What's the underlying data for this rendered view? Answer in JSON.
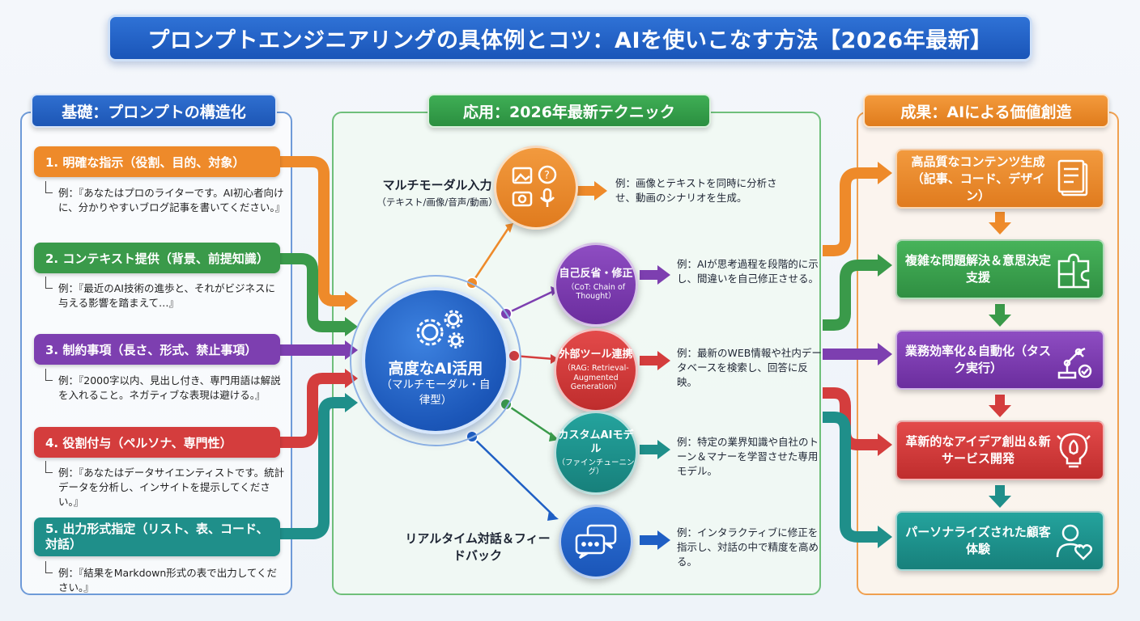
{
  "title": "プロンプトエンジニアリングの具体例とコツ：AIを使いこなす方法【2026年最新】",
  "sections": {
    "left_header": "基礎：プロンプトの構造化",
    "mid_header": "応用：2026年最新テクニック",
    "right_header": "成果：AIによる価値創造"
  },
  "steps": [
    {
      "label": "1. 明確な指示（役割、目的、対象）",
      "example": "例：『あなたはプロのライターです。AI初心者向けに、分かりやすいブログ記事を書いてください。』",
      "color": "#ee8a2a"
    },
    {
      "label": "2. コンテキスト提供（背景、前提知識）",
      "example": "例：『最近のAI技術の進歩と、それがビジネスに与える影響を踏まえて…』",
      "color": "#3a9a4a"
    },
    {
      "label": "3. 制約事項（長さ、形式、禁止事項）",
      "example": "例：『2000字以内、見出し付き、専門用語は解説を入れること。ネガティブな表現は避ける。』",
      "color": "#7d3fb0"
    },
    {
      "label": "4. 役割付与（ペルソナ、専門性）",
      "example": "例：『あなたはデータサイエンティストです。統計データを分析し、インサイトを提示してください。』",
      "color": "#d43d3d"
    },
    {
      "label": "5. 出力形式指定（リスト、表、コード、対話）",
      "example": "例：『結果をMarkdown形式の表で出力してください。』",
      "color": "#1f8f8a"
    }
  ],
  "core": {
    "title": "高度なAI活用",
    "subtitle": "（マルチモーダル・自律型）"
  },
  "techniques": [
    {
      "name": "マルチモーダル入力",
      "subname": "（テキスト/画像/音声/動画）",
      "desc": "例：画像とテキストを同時に分析させ、動画のシナリオを生成。",
      "color": "#ee8a2a"
    },
    {
      "name": "自己反省・修正",
      "subname": "（CoT: Chain of Thought）",
      "desc": "例：AIが思考過程を段階的に示し、間違いを自己修正させる。",
      "color": "#7d3fb0"
    },
    {
      "name": "外部ツール連携",
      "subname": "（RAG: Retrieval-Augmented Generation）",
      "desc": "例：最新のWEB情報や社内データベースを検索し、回答に反映。",
      "color": "#d43d3d"
    },
    {
      "name": "カスタムAIモデル",
      "subname": "（ファインチューニング）",
      "desc": "例：特定の業界知識や自社のトーン＆マナーを学習させた専用モデル。",
      "color": "#1f8f8a"
    },
    {
      "name": "リアルタイム対話＆フィードバック",
      "subname": "",
      "desc": "例：インタラクティブに修正を指示し、対話の中で精度を高める。",
      "color": "#1f5fc4"
    }
  ],
  "results": [
    {
      "label": "高品質なコンテンツ生成（記事、コード、デザイン）",
      "icon": "document-icon",
      "color": "#ee8a2a"
    },
    {
      "label": "複雑な問題解決＆意思決定支援",
      "icon": "puzzle-icon",
      "color": "#3a9a4a"
    },
    {
      "label": "業務効率化＆自動化（タスク実行）",
      "icon": "robot-arm-icon",
      "color": "#7d3fb0"
    },
    {
      "label": "革新的なアイデア創出＆新サービス開発",
      "icon": "lightbulb-rocket-icon",
      "color": "#d43d3d"
    },
    {
      "label": "パーソナライズされた顧客体験",
      "icon": "user-heart-icon",
      "color": "#1f8f8a"
    }
  ]
}
